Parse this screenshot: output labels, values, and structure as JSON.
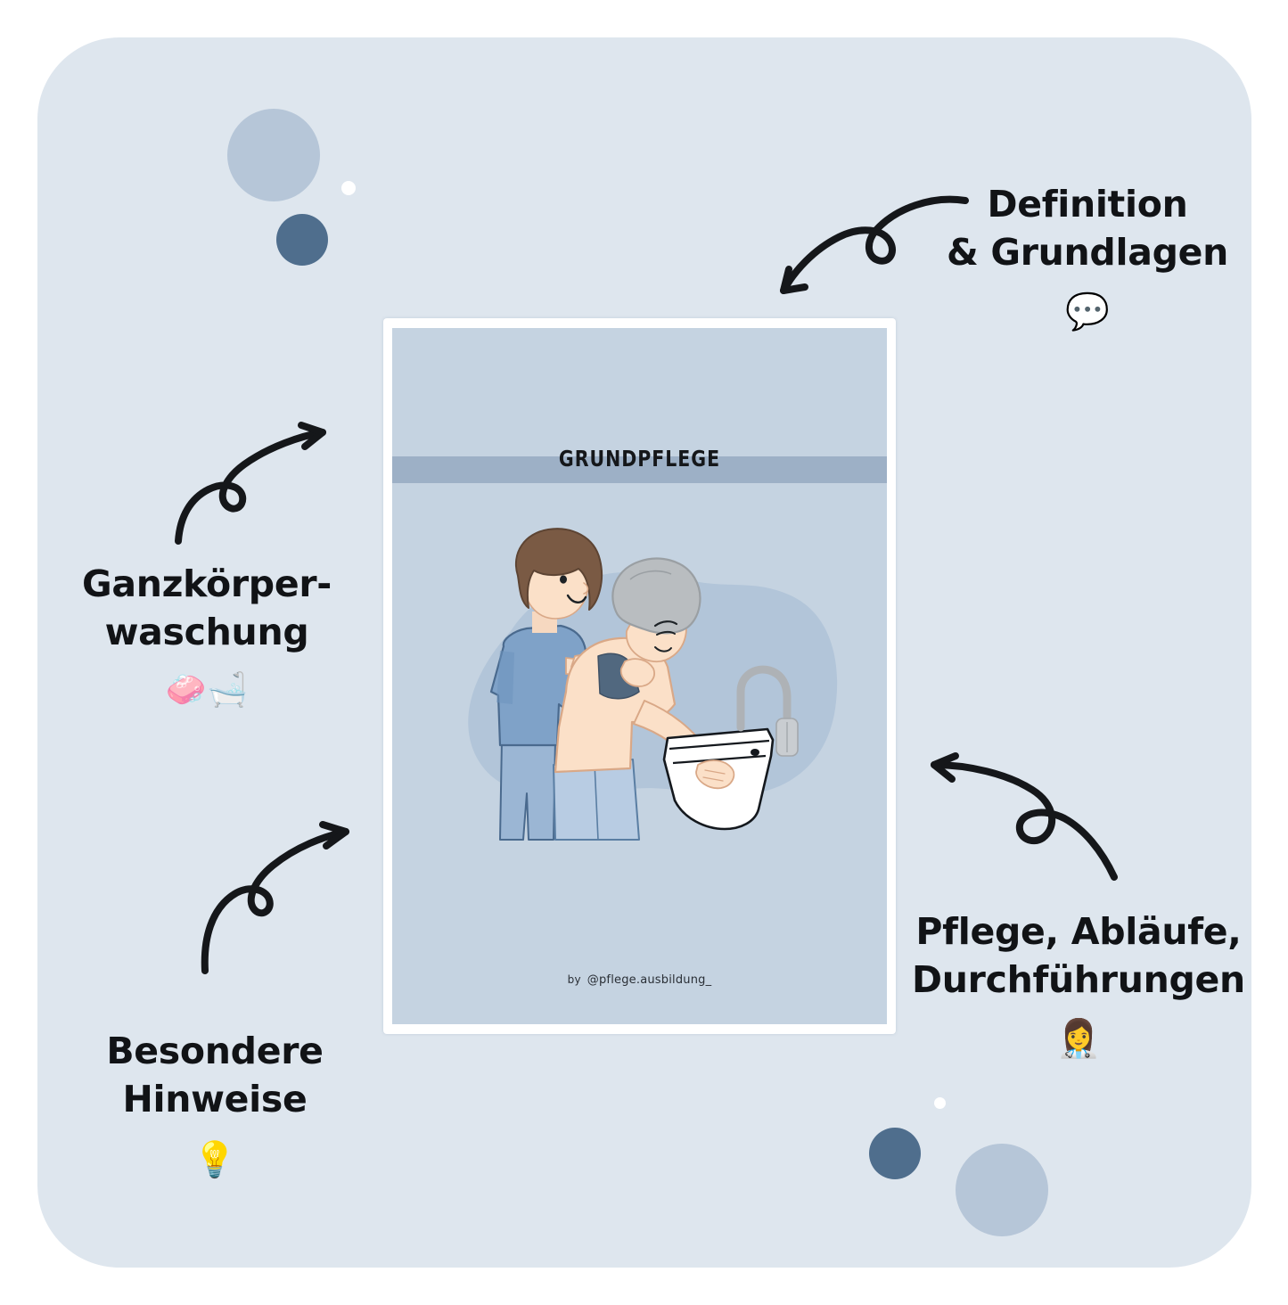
{
  "canvas": {
    "background": "#ffffff",
    "card_background": "#dee6ee"
  },
  "poster": {
    "title": "GRUNDPFLEGE",
    "credit_prefix": "by",
    "credit_handle": "@pflege.ausbildung_",
    "background": "#c5d3e1",
    "band_color": "#9db0c6",
    "frame_color": "#ffffff",
    "illustration_alt": "Pflegekraft wäscht ältere Person am Waschbecken"
  },
  "annotations": [
    {
      "id": "definition",
      "line1": "Definition",
      "line2": "& Grundlagen",
      "emoji": "💬",
      "emoji_name": "speech-balloon-icon",
      "arrow_name": "curved-arrow-down-left"
    },
    {
      "id": "ganzkoerper",
      "line1": "Ganzkörper-",
      "line2": "waschung",
      "emoji": "🧼🛁",
      "emoji_name": "soap-and-bathtub-icon",
      "arrow_name": "curved-arrow-up-right"
    },
    {
      "id": "besondere",
      "line1": "Besondere",
      "line2": "Hinweise",
      "emoji": "💡",
      "emoji_name": "light-bulb-icon",
      "arrow_name": "curved-arrow-up-right"
    },
    {
      "id": "pflege",
      "line1": "Pflege, Abläufe,",
      "line2": "Durchführungen",
      "emoji": "👩‍⚕️",
      "emoji_name": "woman-health-worker-icon",
      "arrow_name": "curved-arrow-up-left"
    }
  ],
  "decorations": {
    "large_circle_color": "#b6c6d8",
    "dark_circle_color": "#4f6e8d",
    "white_dot_color": "#ffffff"
  }
}
